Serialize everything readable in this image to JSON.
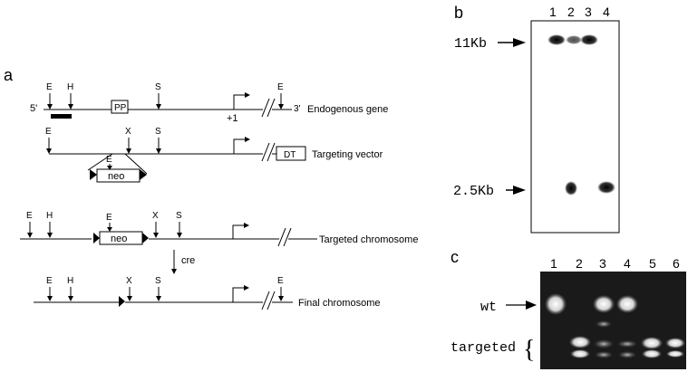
{
  "panels": {
    "a": "a",
    "b": "b",
    "c": "c"
  },
  "site_labels": {
    "E": "E",
    "H": "H",
    "S": "S",
    "X": "X"
  },
  "diagram": {
    "five_prime": "5'",
    "three_prime": "3'",
    "pp_box": "PP",
    "plus_one": "+1",
    "endogenous": "Endogenous  gene",
    "targeting_vector": "Targeting vector",
    "dt_box": "DT",
    "neo": "neo",
    "targeted_chromosome": "Targeted chromosome",
    "cre": "cre",
    "final_chromosome": "Final chromosome"
  },
  "southern": {
    "lanes": [
      "1",
      "2",
      "3",
      "4"
    ],
    "size_upper": "11Kb",
    "size_lower": "2.5Kb"
  },
  "pcr": {
    "lanes": [
      "1",
      "2",
      "3",
      "4",
      "5",
      "6"
    ],
    "wt_label": "wt",
    "targeted_label": "targeted"
  }
}
